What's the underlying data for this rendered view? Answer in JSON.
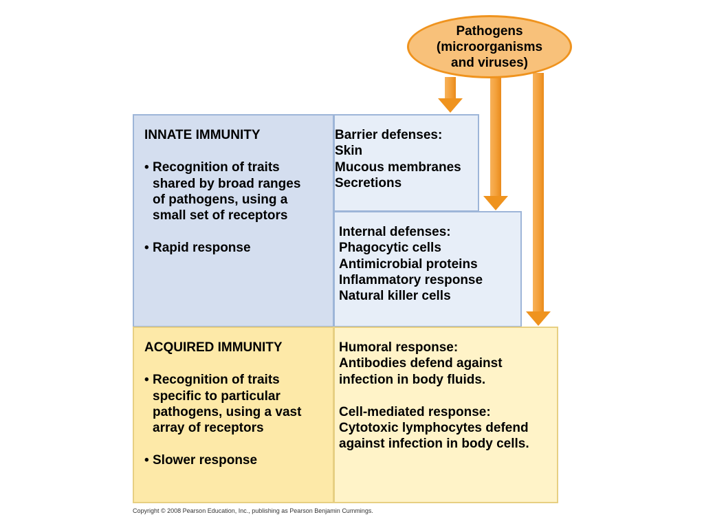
{
  "pathogens": {
    "lines": [
      "Pathogens",
      "(microorganisms",
      "and viruses)"
    ]
  },
  "innate": {
    "title": "INNATE IMMUNITY",
    "bullets": [
      [
        "Recognition of traits",
        "shared by broad ranges",
        "of pathogens, using a",
        "small set of receptors"
      ],
      [
        "Rapid response"
      ]
    ]
  },
  "barrier": {
    "lines": [
      "Barrier defenses:",
      "Skin",
      "Mucous membranes",
      "Secretions"
    ]
  },
  "internal": {
    "lines": [
      "Internal defenses:",
      "Phagocytic cells",
      "Antimicrobial proteins",
      "Inflammatory response",
      "Natural killer cells"
    ]
  },
  "acquired": {
    "title": "ACQUIRED IMMUNITY",
    "bullets": [
      [
        "Recognition of traits",
        "specific to particular",
        "pathogens, using a vast",
        "array of receptors"
      ],
      [
        "Slower response"
      ]
    ]
  },
  "humoral": {
    "lines": [
      "Humoral response:",
      "Antibodies defend against",
      "infection in body fluids."
    ]
  },
  "cell_mediated": {
    "lines": [
      "Cell-mediated response:",
      "Cytotoxic lymphocytes defend",
      "against infection in body cells."
    ]
  },
  "bullet_char": "•",
  "copyright": "Copyright © 2008 Pearson Education, Inc., publishing as Pearson Benjamin Cummings.",
  "colors": {
    "innate_fill": "#d4deef",
    "innate_light_fill": "#e7eef8",
    "innate_border": "#9db5d8",
    "acquired_fill": "#fde9a8",
    "acquired_light_fill": "#fff3c8",
    "acquired_border": "#e7cf82",
    "arrow": "#ef931e",
    "pathogen_fill": "#f8c17a"
  }
}
